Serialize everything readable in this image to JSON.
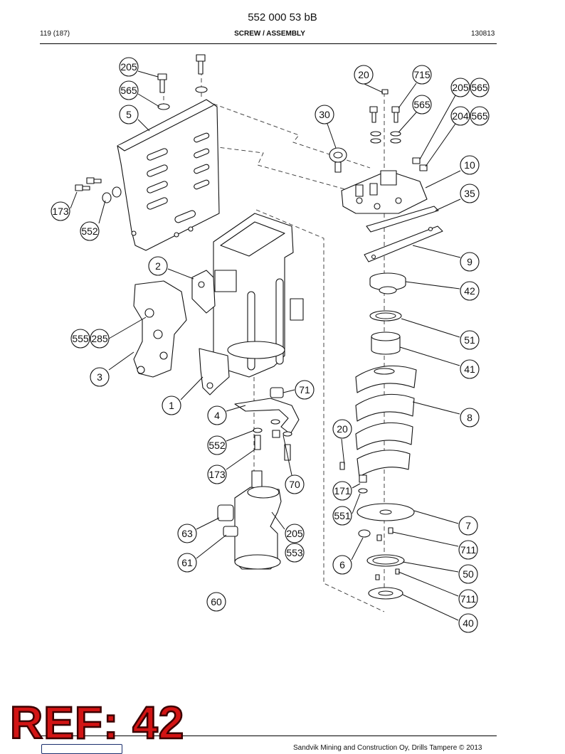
{
  "header": {
    "doc_code": "552 000 53 bB",
    "page": "119 (187)",
    "title": "SCREW / ASSEMBLY",
    "date": "130813"
  },
  "footer": {
    "copyright": "Sandvik Mining and Construction Oy, Drills Tampere © 2013"
  },
  "overlay": {
    "ref_label": "REF: 42",
    "ref_color": "#d31414"
  },
  "callouts": [
    {
      "label": "205"
    },
    {
      "label": "565"
    },
    {
      "label": "5"
    },
    {
      "label": "173"
    },
    {
      "label": "552"
    },
    {
      "label": "2"
    },
    {
      "label": "555"
    },
    {
      "label": "285"
    },
    {
      "label": "3"
    },
    {
      "label": "1"
    },
    {
      "label": "4"
    },
    {
      "label": "71"
    },
    {
      "label": "552"
    },
    {
      "label": "173"
    },
    {
      "label": "70"
    },
    {
      "label": "63"
    },
    {
      "label": "61"
    },
    {
      "label": "205"
    },
    {
      "label": "553"
    },
    {
      "label": "60"
    },
    {
      "label": "20"
    },
    {
      "label": "715"
    },
    {
      "label": "565"
    },
    {
      "label": "30"
    },
    {
      "label": "205"
    },
    {
      "label": "565"
    },
    {
      "label": "204"
    },
    {
      "label": "565"
    },
    {
      "label": "10"
    },
    {
      "label": "35"
    },
    {
      "label": "9"
    },
    {
      "label": "42"
    },
    {
      "label": "51"
    },
    {
      "label": "41"
    },
    {
      "label": "8"
    },
    {
      "label": "20"
    },
    {
      "label": "171"
    },
    {
      "label": "551"
    },
    {
      "label": "7"
    },
    {
      "label": "711"
    },
    {
      "label": "6"
    },
    {
      "label": "50"
    },
    {
      "label": "711"
    },
    {
      "label": "40"
    }
  ]
}
